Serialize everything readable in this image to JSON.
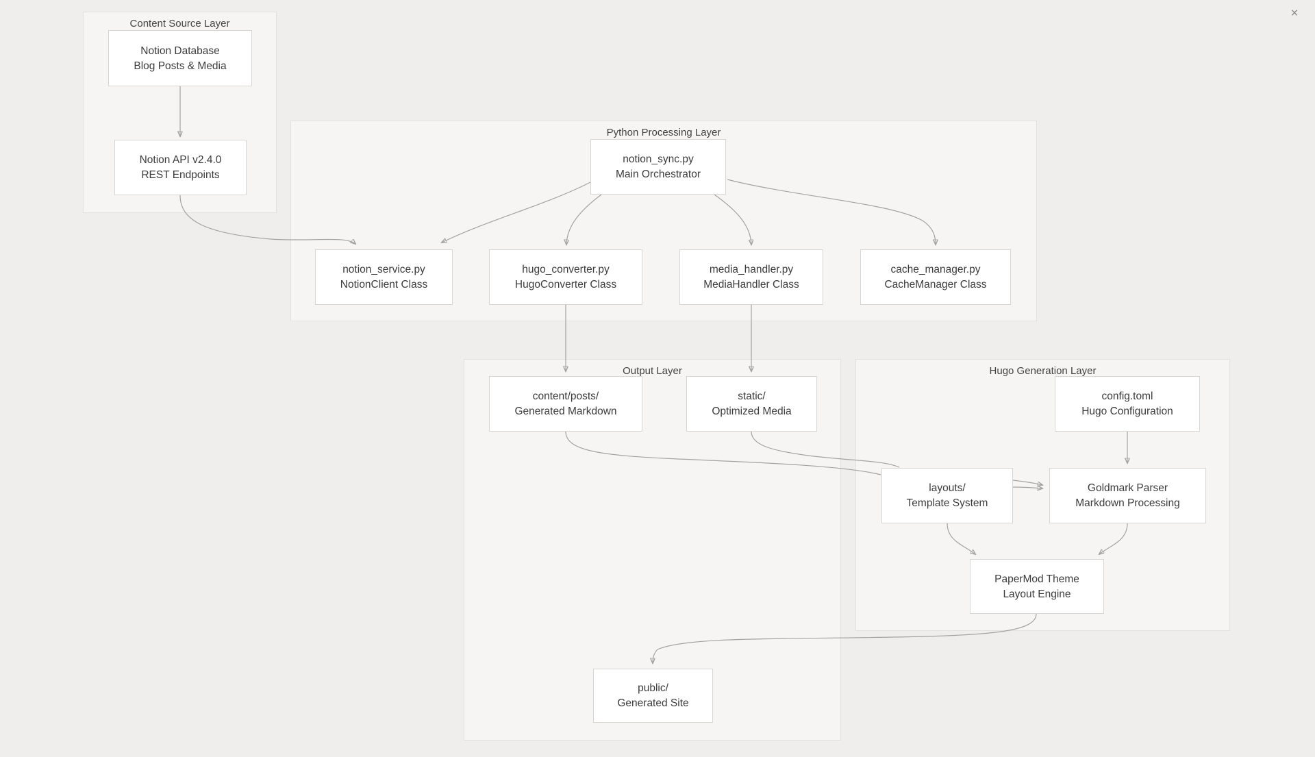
{
  "window": {
    "close_icon": "×"
  },
  "diagram": {
    "groups": {
      "content_source": {
        "title": "Content Source Layer"
      },
      "python": {
        "title": "Python Processing Layer"
      },
      "output": {
        "title": "Output Layer"
      },
      "hugo": {
        "title": "Hugo Generation Layer"
      }
    },
    "nodes": {
      "notion_db": {
        "line1": "Notion Database",
        "line2": "Blog Posts & Media"
      },
      "notion_api": {
        "line1": "Notion API v2.4.0",
        "line2": "REST Endpoints"
      },
      "notion_sync": {
        "line1": "notion_sync.py",
        "line2": "Main Orchestrator"
      },
      "notion_service": {
        "line1": "notion_service.py",
        "line2": "NotionClient Class"
      },
      "hugo_converter": {
        "line1": "hugo_converter.py",
        "line2": "HugoConverter Class"
      },
      "media_handler": {
        "line1": "media_handler.py",
        "line2": "MediaHandler Class"
      },
      "cache_manager": {
        "line1": "cache_manager.py",
        "line2": "CacheManager Class"
      },
      "content_posts": {
        "line1": "content/posts/",
        "line2": "Generated Markdown"
      },
      "static_dir": {
        "line1": "static/",
        "line2": "Optimized Media"
      },
      "config_toml": {
        "line1": "config.toml",
        "line2": "Hugo Configuration"
      },
      "layouts": {
        "line1": "layouts/",
        "line2": "Template System"
      },
      "goldmark": {
        "line1": "Goldmark Parser",
        "line2": "Markdown Processing"
      },
      "papermod": {
        "line1": "PaperMod Theme",
        "line2": "Layout Engine"
      },
      "public_dir": {
        "line1": "public/",
        "line2": "Generated Site"
      }
    },
    "edges": [
      {
        "from": "notion_db",
        "to": "notion_api",
        "arrowhead": true
      },
      {
        "from": "notion_api",
        "to": "notion_service",
        "arrowhead": true
      },
      {
        "from": "notion_sync",
        "to": "notion_service",
        "arrowhead": true
      },
      {
        "from": "notion_sync",
        "to": "hugo_converter",
        "arrowhead": true
      },
      {
        "from": "notion_sync",
        "to": "media_handler",
        "arrowhead": true
      },
      {
        "from": "notion_sync",
        "to": "cache_manager",
        "arrowhead": true
      },
      {
        "from": "hugo_converter",
        "to": "content_posts",
        "arrowhead": true
      },
      {
        "from": "media_handler",
        "to": "static_dir",
        "arrowhead": true
      },
      {
        "from": "content_posts",
        "to": "layouts",
        "arrowhead": false
      },
      {
        "from": "static_dir",
        "to": "layouts",
        "arrowhead": false
      },
      {
        "from": "config_toml",
        "to": "goldmark",
        "arrowhead": true
      },
      {
        "from": "layouts",
        "to": "goldmark",
        "arrowhead": true,
        "double_line": true
      },
      {
        "from": "layouts",
        "to": "papermod",
        "arrowhead": true
      },
      {
        "from": "goldmark",
        "to": "papermod",
        "arrowhead": true
      },
      {
        "from": "papermod",
        "to": "public_dir",
        "arrowhead": true
      }
    ],
    "colors": {
      "page_bg": "#efeeec",
      "group_bg": "#f6f5f4",
      "group_border": "#e3e1de",
      "node_bg": "#ffffff",
      "node_border": "#d8d6d3",
      "edge_line": "#a4a2a0",
      "arrowhead": "#8f8d8b",
      "text": "#3b3b3b"
    }
  }
}
